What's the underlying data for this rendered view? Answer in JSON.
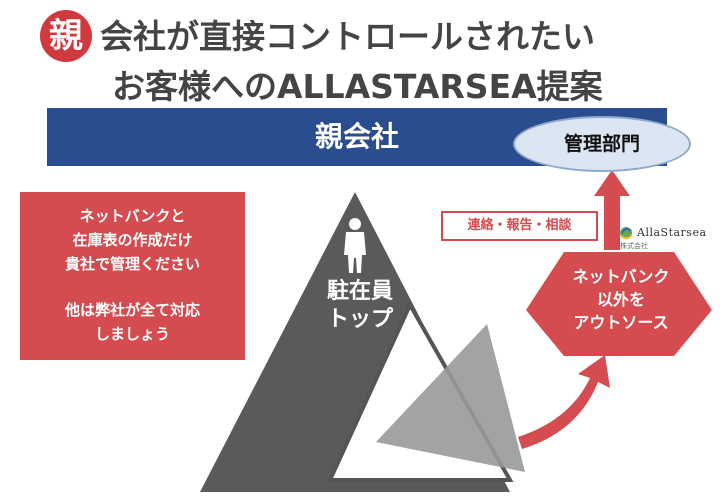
{
  "header": {
    "badge": "親",
    "title_line1": "会社が直接コントロールされたい",
    "title_line2": "お客様へのALLASTARSEA提案"
  },
  "parent_bar": {
    "label": "親会社",
    "management_label": "管理部門"
  },
  "left_box": {
    "line1": "ネットバンクと",
    "line2": "在庫表の作成だけ",
    "line3": "貴社で管理ください",
    "line4": "他は弊社が全て対応",
    "line5": "しましょう"
  },
  "contact_label": "連絡・報告・相談",
  "logo": {
    "name": "AllaStarsea",
    "sub": "株式会社"
  },
  "outsource": {
    "line1": "ネットバンク",
    "line2": "以外を",
    "line3": "アウトソース"
  },
  "resident": {
    "line1": "駐在員",
    "line2": "トップ"
  },
  "colors": {
    "red": "#d44c4f",
    "navy": "#2a4d8f",
    "dark_gray": "#555555",
    "mid_gray": "#888888",
    "light_blue": "#dce6f2"
  }
}
